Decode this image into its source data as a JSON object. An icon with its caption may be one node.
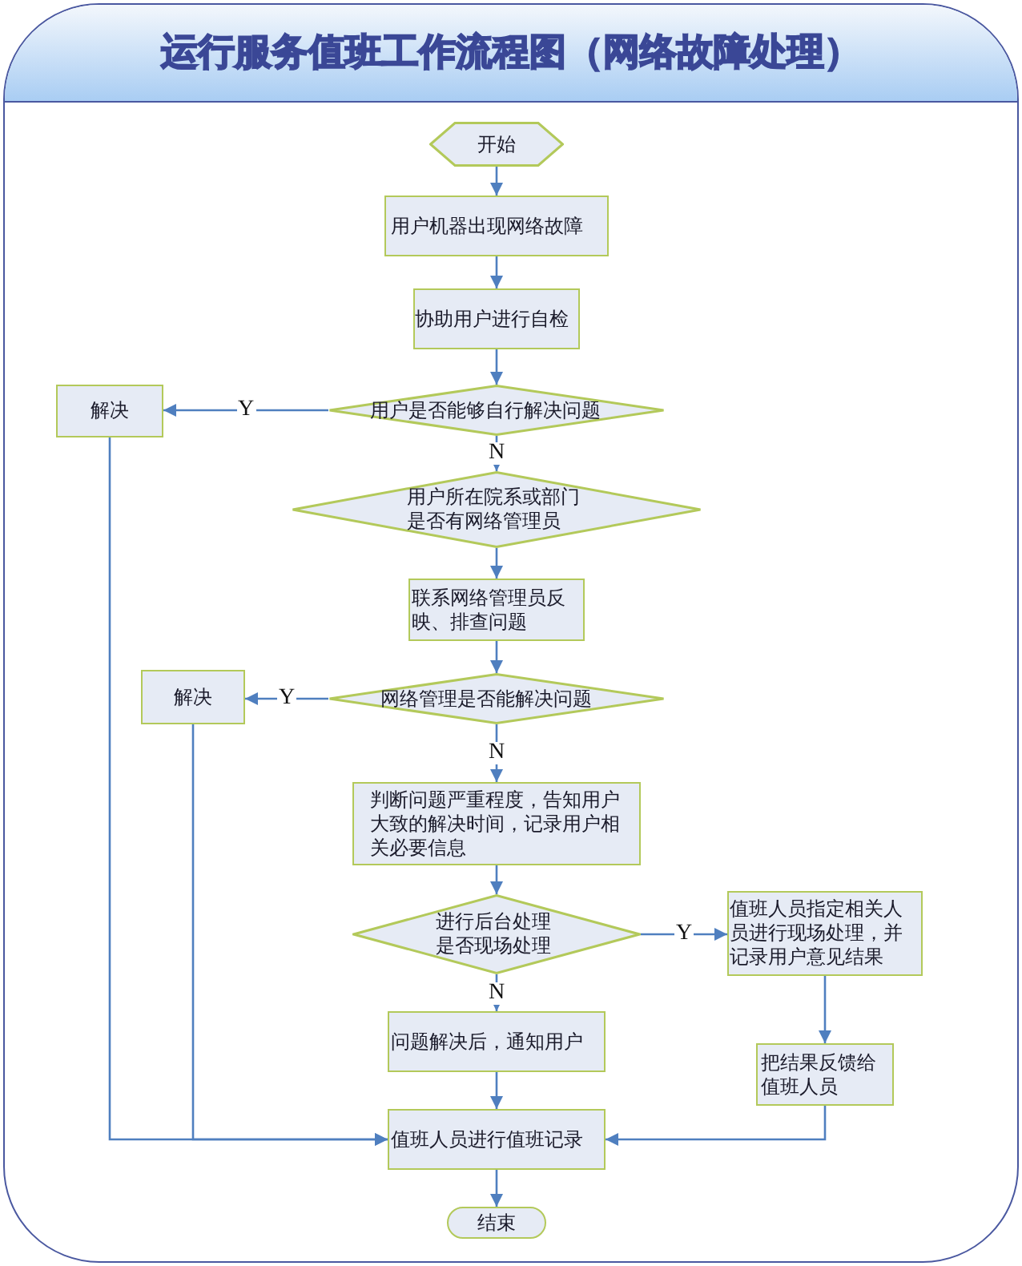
{
  "diagram": {
    "title": "运行服务值班工作流程图（网络故障处理）",
    "nodes": [
      {
        "text": [
          "开始"
        ]
      },
      {
        "text": [
          "用户机器出现网络故障"
        ]
      },
      {
        "text": [
          "协助用户进行自检"
        ]
      },
      {
        "text": [
          "用户是否能够自行解决问题"
        ]
      },
      {
        "text": [
          "解决"
        ]
      },
      {
        "text": [
          "用户所在院系或部门是否有网络管理员"
        ]
      },
      {
        "text": [
          "联系网络管理员反映、排查问题"
        ]
      },
      {
        "text": [
          "网络管理是否能解决问题"
        ]
      },
      {
        "text": [
          "解决"
        ]
      },
      {
        "text": [
          "判断问题严重程度，告知用户大致的解决时间，记录用户相关必要信息"
        ]
      },
      {
        "text": [
          "进行后台处理是否现场处理"
        ]
      },
      {
        "text": [
          "值班人员指定相关人员进行现场处理，并记录用户意见结果"
        ]
      },
      {
        "text": [
          "问题解决后，通知用户"
        ]
      },
      {
        "text": [
          "把结果反馈给值班人员"
        ]
      },
      {
        "text": [
          "值班人员进行值班记录"
        ]
      },
      {
        "text": [
          "结束"
        ]
      }
    ],
    "edges": [
      {
        "from": 0,
        "to": 1,
        "arrow": "to"
      },
      {
        "from": 1,
        "to": 2,
        "arrow": "to"
      },
      {
        "from": 2,
        "to": 3,
        "arrow": "to"
      },
      {
        "from": 3,
        "to": 4,
        "arrow": "to",
        "label": "Y"
      },
      {
        "from": 3,
        "to": 5,
        "arrow": "to",
        "label": "N"
      },
      {
        "from": 5,
        "to": 6,
        "arrow": "to"
      },
      {
        "from": 6,
        "to": 7,
        "arrow": "to"
      },
      {
        "from": 7,
        "to": 8,
        "arrow": "to",
        "label": "Y"
      },
      {
        "from": 7,
        "to": 9,
        "arrow": "to",
        "label": "N"
      },
      {
        "from": 9,
        "to": 10,
        "arrow": "to"
      },
      {
        "from": 10,
        "to": 11,
        "arrow": "to",
        "label": "Y"
      },
      {
        "from": 10,
        "to": 12,
        "arrow": "to",
        "label": "N"
      },
      {
        "from": 11,
        "to": 13,
        "arrow": "to"
      },
      {
        "from": 12,
        "to": 14,
        "arrow": "to"
      },
      {
        "from": 13,
        "to": 14,
        "arrow": "to"
      },
      {
        "from": 4,
        "to": 14,
        "arrow": "to"
      },
      {
        "from": 8,
        "to": 14,
        "arrow": "to"
      },
      {
        "from": 14,
        "to": 15,
        "arrow": "to"
      }
    ]
  }
}
